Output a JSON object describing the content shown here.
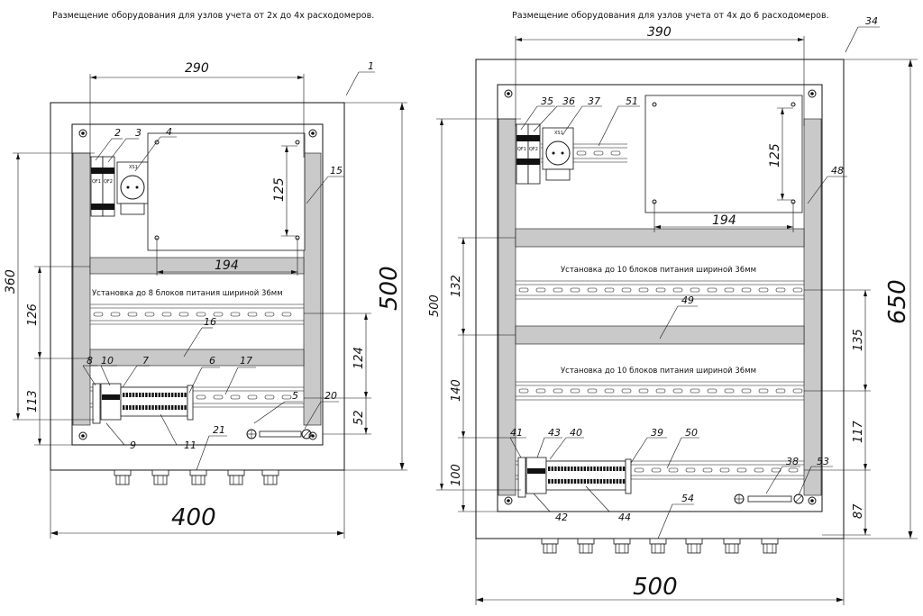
{
  "titles": {
    "left": "Размещение оборудования для узлов учета от 2х до 4х расходомеров.",
    "right": "Размещение оборудования для узлов учета от 4х до 6 расходомеров."
  },
  "left": {
    "dims": {
      "top": "290",
      "bottom": "400",
      "height_total": "500",
      "height_inner": "360",
      "rail_upper": "126",
      "rail_lower": "113",
      "right_upper": "124",
      "right_lower": "52",
      "plate_w": "194",
      "plate_h": "125"
    },
    "caption": "Установка до 8 блоков питания шириной 36мм",
    "device_labels": {
      "qf1": "QF1",
      "qf2": "QF2",
      "xs1": "XS1"
    },
    "callouts": [
      "1",
      "2",
      "3",
      "4",
      "15",
      "16",
      "8",
      "10",
      "7",
      "6",
      "17",
      "5",
      "20",
      "9",
      "11",
      "21"
    ]
  },
  "right": {
    "dims": {
      "top": "390",
      "bottom": "500",
      "height_total": "650",
      "height_inner": "500",
      "rail_top": "132",
      "rail_mid": "140",
      "rail_bot": "100",
      "right_mid": "135",
      "right_low": "117",
      "right_bot": "87",
      "plate_w": "194",
      "plate_h": "125"
    },
    "caption_upper": "Установка до 10 блоков питания шириной 36мм",
    "caption_lower": "Установка до 10 блоков питания шириной 36мм",
    "device_labels": {
      "qf1": "QF1",
      "qf2": "QF2",
      "xs1": "XS1"
    },
    "callouts": [
      "34",
      "35",
      "36",
      "37",
      "51",
      "48",
      "49",
      "41",
      "43",
      "40",
      "39",
      "50",
      "38",
      "53",
      "42",
      "44",
      "54"
    ]
  }
}
